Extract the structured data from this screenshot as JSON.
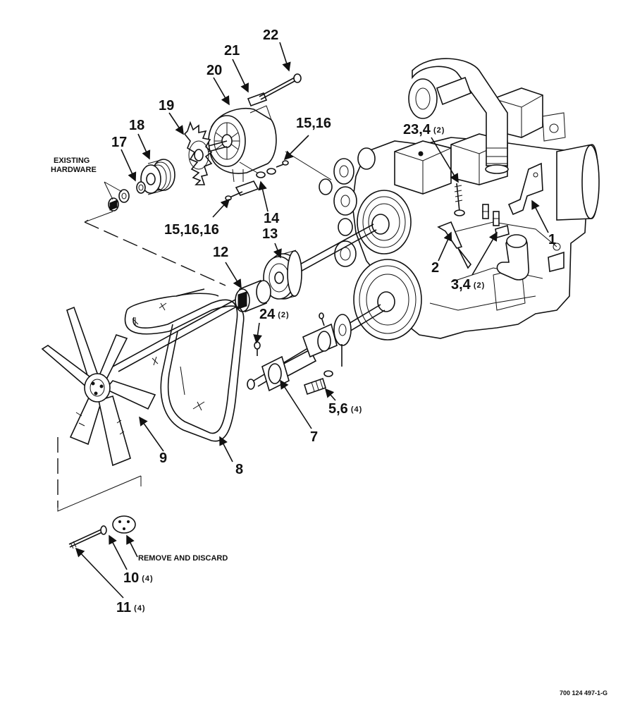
{
  "notes": {
    "existing_hardware_line1": "EXISTING",
    "existing_hardware_line2": "HARDWARE",
    "remove_discard": "REMOVE AND DISCARD"
  },
  "drawing_number": "700 124 497-1-G",
  "callouts": [
    {
      "id": "c22",
      "text": "22",
      "qty": ""
    },
    {
      "id": "c21",
      "text": "21",
      "qty": ""
    },
    {
      "id": "c20",
      "text": "20",
      "qty": ""
    },
    {
      "id": "c19",
      "text": "19",
      "qty": ""
    },
    {
      "id": "c18",
      "text": "18",
      "qty": ""
    },
    {
      "id": "c17",
      "text": "17",
      "qty": ""
    },
    {
      "id": "c1516a",
      "text": "15,16",
      "qty": ""
    },
    {
      "id": "c234",
      "text": "23,4",
      "qty": "(2)"
    },
    {
      "id": "c14",
      "text": "14",
      "qty": ""
    },
    {
      "id": "c151616",
      "text": "15,16,16",
      "qty": ""
    },
    {
      "id": "c13",
      "text": "13",
      "qty": ""
    },
    {
      "id": "c12",
      "text": "12",
      "qty": ""
    },
    {
      "id": "c1",
      "text": "1",
      "qty": ""
    },
    {
      "id": "c2",
      "text": "2",
      "qty": ""
    },
    {
      "id": "c34",
      "text": "3,4",
      "qty": "(2)"
    },
    {
      "id": "c24",
      "text": "24",
      "qty": "(2)"
    },
    {
      "id": "c56",
      "text": "5,6",
      "qty": "(4)"
    },
    {
      "id": "c7",
      "text": "7",
      "qty": ""
    },
    {
      "id": "c9",
      "text": "9",
      "qty": ""
    },
    {
      "id": "c8",
      "text": "8",
      "qty": ""
    },
    {
      "id": "c10",
      "text": "10",
      "qty": "(4)"
    },
    {
      "id": "c11",
      "text": "11",
      "qty": "(4)"
    }
  ]
}
